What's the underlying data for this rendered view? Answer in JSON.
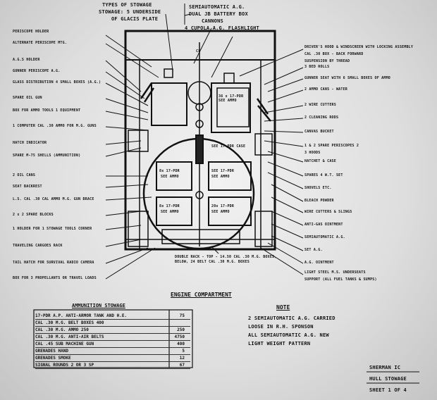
{
  "top_labels": {
    "stowage_title": "TYPES OF STOWAGE",
    "stowage_line2": "STOWAGE: 5 UNDERSIDE",
    "stowage_line3": "OF GLACIS PLATE",
    "ammo_top": "SEMIAUTOMATIC A.G.",
    "ammo_line2": "DUAL JB BATTERY BOX",
    "ammo_line3": "CANNONS",
    "cupola": "4 CUPOLA A.G. FLASHLIGHT"
  },
  "left_labels": [
    "PERISCOPE HOLDER",
    "ALTERNATE PERISCOPE MTG.",
    "A.G.S HOLDER",
    "GUNNER PERISCOPE A.G.",
    "GLASS DISTRIBUTION 4 SMALL BOXES (A.G.)",
    "SPARE OIL GUN",
    "BOX FOR AMMO TOOLS 1 EQUIPMENT",
    "1 COMPUTER CAL .30 AMMO FOR M.G. GUNS",
    "HATCH INDICATOR",
    "SPARE M-75 SHELLS (AMMUNITION)",
    "2 OIL CANS",
    "SEAT BACKREST",
    "L.S. CAL .30 CAL AMMO M.G. GUN BRACE",
    "2 x 2 SPARE BLOCKS",
    "1 HOLDER FOR 1 STOWAGE TOOLS CORNER",
    "TRAVELING CARGOES RACK",
    "TAIL HATCH FOR SURVIVAL RADIO CAMERA",
    "BOX FOR 3 PROPELLANTS OR TRAVEL LOADS"
  ],
  "right_labels": [
    "DRIVER'S HOOD & WINDSCREEN WITH LOCKING ASSEMBLY",
    "CAL .30 BOX - BACK FORWARD",
    "SUSPENSION BY THREAD",
    "3 BED ROLLS",
    "GUNNER SEAT WITH 6 SMALL BOXES OF AMMO",
    "2 AMMO CANS - WATER",
    "2 WIRE CUTTERS",
    "2 CLEANING RODS",
    "CANVAS BUCKET",
    "1 & 2 SPARE PERISCOPES 2",
    "3 HOODS",
    "HATCHET & CASE",
    "SPARES 4 W.T. SET",
    "SHOVELS ETC.",
    "BLEACH POWDER",
    "WIRE CUTTERS & SLINGS",
    "ANTI-GAS OINTMENT",
    "SEMIAUTOMATIC A.G.",
    "SET A.G.",
    "A.G. OINTMENT",
    "LIGHT STEEL M.S. UNDERSEATS",
    "SUPPORT (ALL FUEL TANKS & SUMPS)"
  ],
  "inner_labels": {
    "rack_left": "8x 17-PDR",
    "rack_left_sub": "SEE AMMO",
    "rack_right": "SEE 17-PDR",
    "rack_right_sub": "SEE AMMO",
    "rack_low_left": "8x 17-PDR",
    "rack_low_left_sub": "SEE AMMO",
    "rack_low_right": "20x 17-PDR",
    "rack_low_right_sub": "SEE AMMO",
    "upper_right": "36 x 17-PDR SEE AMMO",
    "mid_right": "SEE 17-PDR CASE",
    "cl": "CL"
  },
  "bottom_center": "DOUBLE RACK - TOP - 14.50 CAL .30 M.G. BOXES, BELOW, 24 BELT CAL .30 M.G. BOXES",
  "engine_title": "ENGINE COMPARTMENT",
  "table": {
    "title": "AMMUNITION STOWAGE",
    "rows": [
      {
        "label": "17-PDR A.P. ANTI-ARMOR TANK AND H.E.",
        "value": "75"
      },
      {
        "label": "CAL .30 M.G. BELT BOXES 400",
        "value": ""
      },
      {
        "label": "CAL .30 M.G. AMMO 250",
        "value": "250"
      },
      {
        "label": "CAL .30 M.G. ANTI-AIR BELTS",
        "value": "4750"
      },
      {
        "label": "CAL .45 SUB MACHINE GUN",
        "value": "400"
      },
      {
        "label": "GRENADES HAND",
        "value": "5"
      },
      {
        "label": "GRENADES SMOKE",
        "value": "12"
      },
      {
        "label": "SIGNAL ROUNDS 2 OR 3 SP",
        "value": "67"
      }
    ]
  },
  "note": {
    "title": "NOTE",
    "line1": "2 SEMIAUTOMATIC A.G. CARRIED",
    "line2": "LOOSE IN R.H. SPONSON",
    "line3": "ALL SEMIAUTOMATIC A.G. NEW",
    "line4": "LIGHT WEIGHT PATTERN"
  },
  "title_block": {
    "line1": "SHERMAN IC",
    "line2": "HULL STOWAGE",
    "line3": "SHEET 1 OF 4"
  }
}
